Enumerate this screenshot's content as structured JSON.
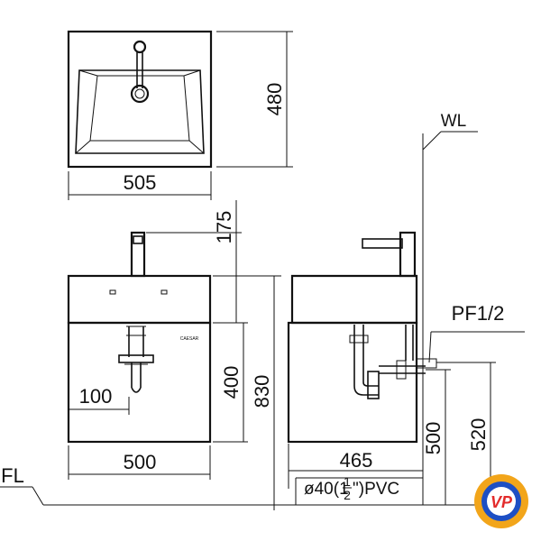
{
  "dimensions": {
    "top_width": "505",
    "top_depth": "480",
    "faucet_height": "175",
    "cabinet_height": "400",
    "total_height": "830",
    "drain_offset": "100",
    "front_width": "500",
    "side_depth": "465",
    "pipe_spec": "ø40(1",
    "pipe_fraction_num": "1",
    "pipe_fraction_den": "2",
    "pipe_spec_suffix": "\")PVC",
    "outlet_height": "500",
    "supply_height": "520"
  },
  "labels": {
    "wall_line": "WL",
    "floor_line": "FL",
    "supply_thread": "PF1/2",
    "brand_mark": "CAESAR"
  },
  "logo": {
    "text": "VP",
    "colors": {
      "ring": "#f2a51a",
      "inner": "#1d4fc4",
      "letter": "#e32b2b"
    }
  }
}
